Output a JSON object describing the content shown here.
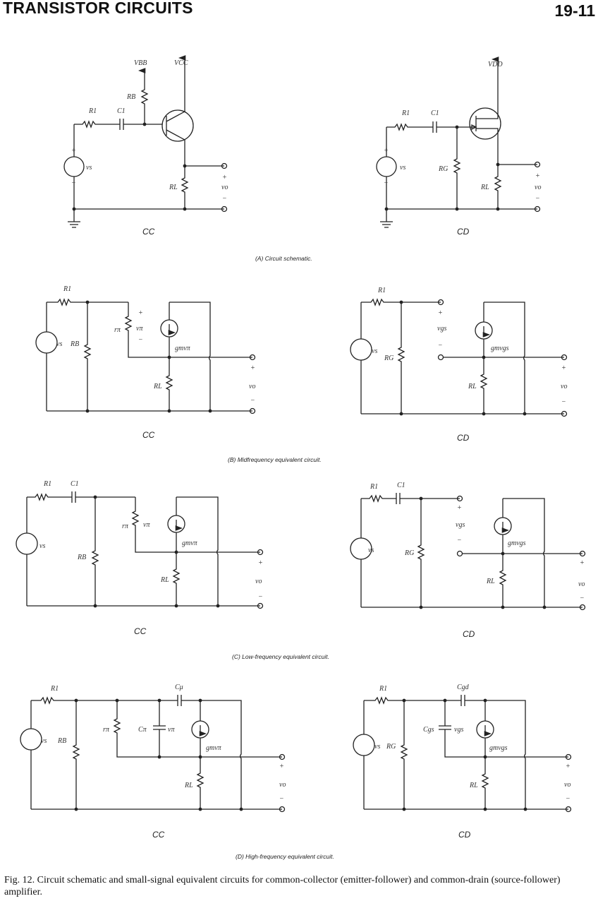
{
  "header": {
    "title": "TRANSISTOR CIRCUITS",
    "page": "19-11"
  },
  "labels": {
    "cc": "CC",
    "cd": "CD",
    "vbb": "VBB",
    "vcc": "VCC",
    "vdd": "VDD",
    "r1": "R1",
    "c1": "C1",
    "rb": "RB",
    "rl": "RL",
    "rg": "RG",
    "vs": "vs",
    "vo": "vo",
    "rpi": "rπ",
    "vpi": "vπ",
    "vgs": "vgs",
    "gmvpi": "gmvπ",
    "gmvgs": "gmvgs",
    "cmu": "Cμ",
    "cpi": "Cπ",
    "cgd": "Cgd",
    "cgs": "Cgs",
    "plus": "+",
    "minus": "−"
  },
  "captions": {
    "a": "(A) Circuit schematic.",
    "b": "(B) Midfrequency equivalent circuit.",
    "c": "(C) Low-frequency equivalent circuit.",
    "d": "(D) High-frequency equivalent circuit."
  },
  "figure_caption": "Fig. 12. Circuit schematic and small-signal equivalent circuits for common-collector (emitter-follower) and common-drain (source-follower) amplifier."
}
